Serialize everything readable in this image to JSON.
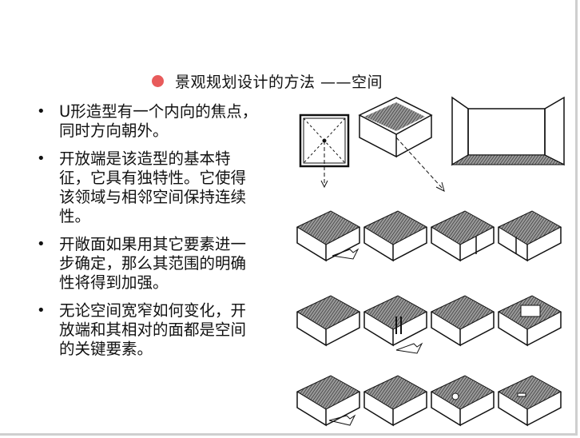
{
  "slide": {
    "title": "景观规划设计的方法 ——空间",
    "accent_color": "#e85b5b",
    "bullets": [
      "U形造型有一个内向的焦点，同时方向朝外。",
      "开放端是该造型的基本特征，它具有独特性。它使得该领域与相邻空间保持连续性。",
      "开敞面如果用其它要素进一步确定，那么其范围的明确性将得到加强。",
      "无论空间宽窄如何变化，开放端和其相对的面都是空间的关键要素。"
    ],
    "bullet_glyph": "•",
    "figure_icon": "u-shaped-space-sketches-icon"
  }
}
